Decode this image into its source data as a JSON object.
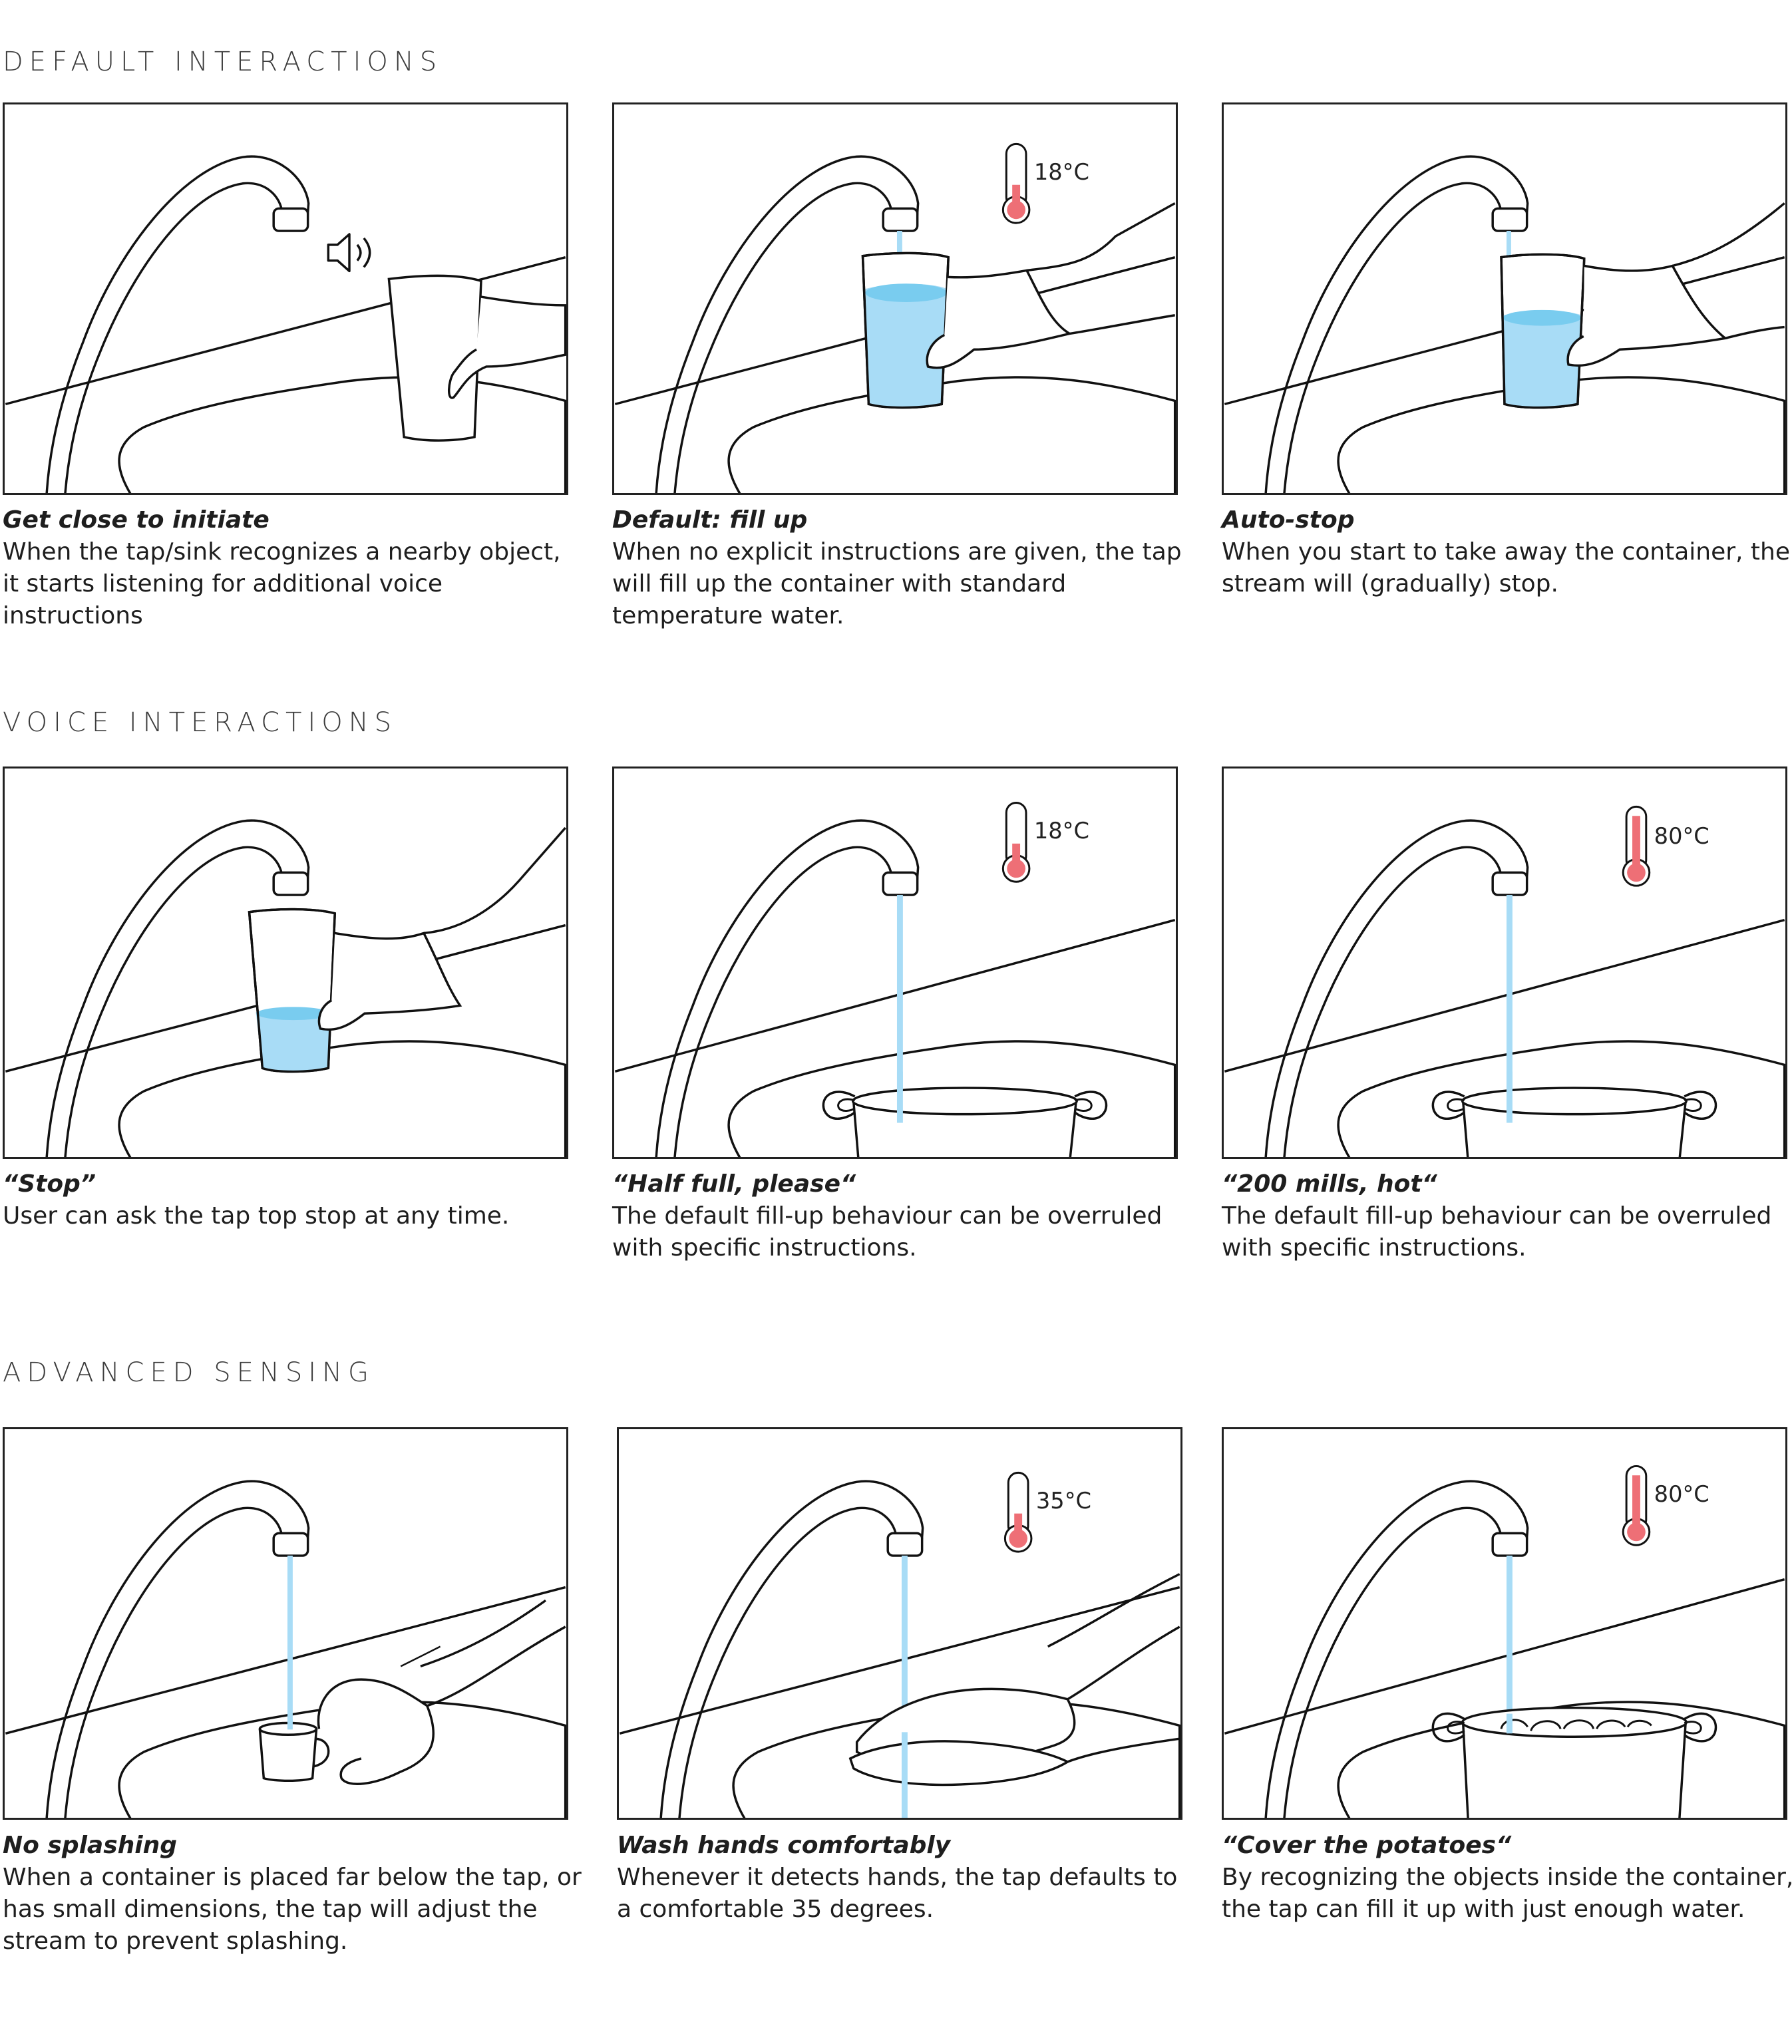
{
  "sections": [
    {
      "title": "DEFAULT INTERACTIONS",
      "items": [
        {
          "title": "Get close to initiate",
          "body": "When the tap/sink recognizes a nearby object, it starts listening for additional voice instructions",
          "icon": "speaker-icon"
        },
        {
          "title": "Default: fill up",
          "body": "When no explicit instructions are given, the tap will fill up the container with standard temperature water.",
          "temperature": "18°C"
        },
        {
          "title": "Auto-stop",
          "body": "When you start to take away the container, the stream will (gradually) stop."
        }
      ]
    },
    {
      "title": "VOICE INTERACTIONS",
      "items": [
        {
          "title": "“Stop”",
          "body": "User can ask the tap top stop at any time."
        },
        {
          "title": "“Half full, please“",
          "body": "The default fill-up behaviour can be overruled with specific instructions.",
          "temperature": "18°C"
        },
        {
          "title": "“200 mills, hot“",
          "body": "The default fill-up behaviour can be overruled with specific instructions.",
          "temperature": "80°C"
        }
      ]
    },
    {
      "title": "ADVANCED SENSING",
      "items": [
        {
          "title": "No splashing",
          "body": "When a container is placed far below the tap, or has small dimensions, the tap will adjust the stream to prevent splashing."
        },
        {
          "title": "Wash hands comfortably",
          "body": "Whenever it detects hands, the tap defaults to a comfortable 35 degrees.",
          "temperature": "35°C"
        },
        {
          "title": "“Cover the potatoes“",
          "body": "By recognizing the objects inside the container, the tap can fill it up with just enough water.",
          "temperature": "80°C"
        }
      ]
    }
  ],
  "colors": {
    "line": "#111111",
    "water": "#a8dcf6",
    "water_surface": "#79ccef",
    "thermometer_red": "#ee6f76"
  }
}
